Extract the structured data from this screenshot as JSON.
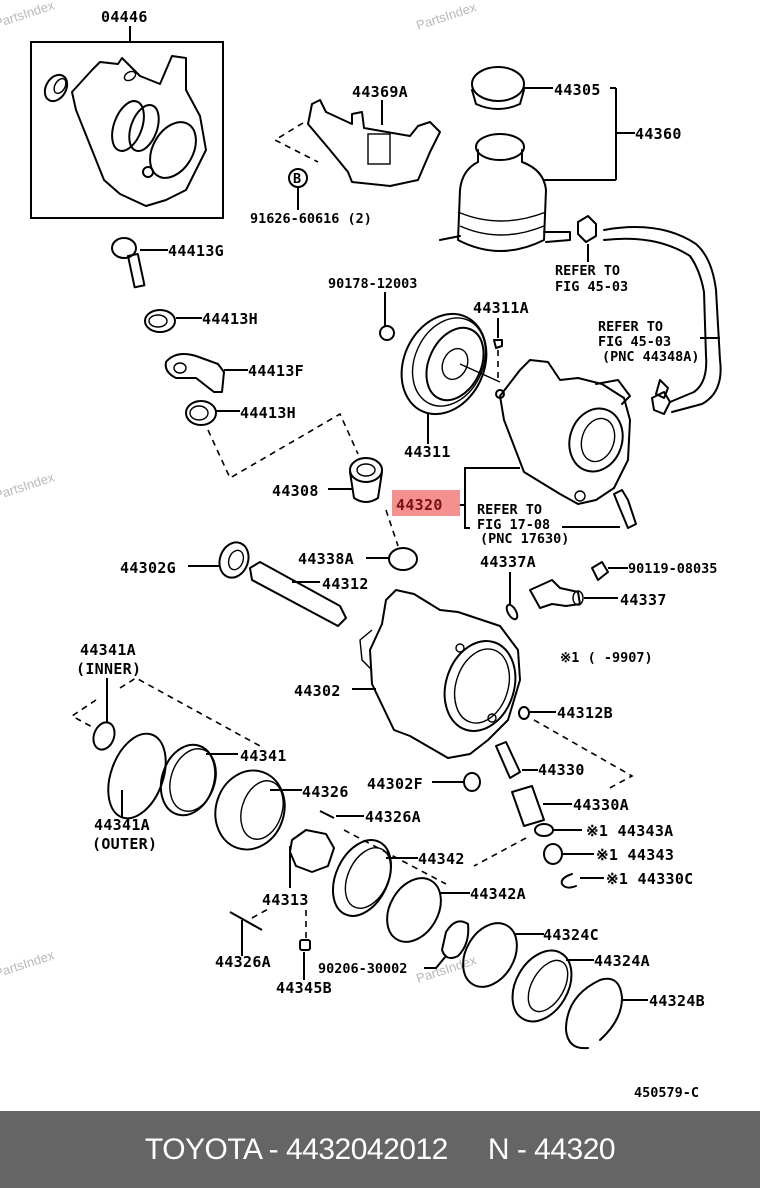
{
  "watermark": "PartsIndex",
  "highlight_color": "#f28b8b",
  "footer": {
    "brand_part": "TOYOTA - 4432042012",
    "pnc": "N - 44320"
  },
  "diagram_code": "450579-C",
  "note": "※1 (      -9907)",
  "labels": {
    "p04446": "04446",
    "p44369A": "44369A",
    "p91626": "91626-60616 (2)",
    "circleB": "B",
    "p44305": "44305",
    "p44360": "44360",
    "p44413G": "44413G",
    "p90178": "90178-12003",
    "p44311A": "44311A",
    "refer1_l1": "REFER TO",
    "refer1_l2": "FIG 45-03",
    "refer2_l1": "REFER TO",
    "refer2_l2": "FIG 45-03",
    "refer2_l3": "(PNC 44348A)",
    "p44413H_1": "44413H",
    "p44413F": "44413F",
    "p44413H_2": "44413H",
    "p44311": "44311",
    "p44308": "44308",
    "p44320": "44320",
    "refer3_l1": "REFER TO",
    "refer3_l2": "FIG 17-08",
    "refer3_l3": "(PNC 17630)",
    "p44302G": "44302G",
    "p44338A": "44338A",
    "p44312": "44312",
    "p44337A": "44337A",
    "p90119": "90119-08035",
    "p44337": "44337",
    "p44341A_in": "44341A",
    "inner": "(INNER)",
    "p44302": "44302",
    "p44312B": "44312B",
    "p44341": "44341",
    "p44302F": "44302F",
    "p44330": "44330",
    "p44326": "44326",
    "p44330A": "44330A",
    "p44341A_out": "44341A",
    "outer": "(OUTER)",
    "p44326A_1": "44326A",
    "p44343A": "※1 44343A",
    "p44342": "44342",
    "p44343": "※1 44343",
    "p44313": "44313",
    "p44330C": "※1 44330C",
    "p44342A": "44342A",
    "p44324C": "44324C",
    "p44326A_2": "44326A",
    "p90206": "90206-30002",
    "p44324A": "44324A",
    "p44345B": "44345B",
    "p44324B": "44324B"
  }
}
